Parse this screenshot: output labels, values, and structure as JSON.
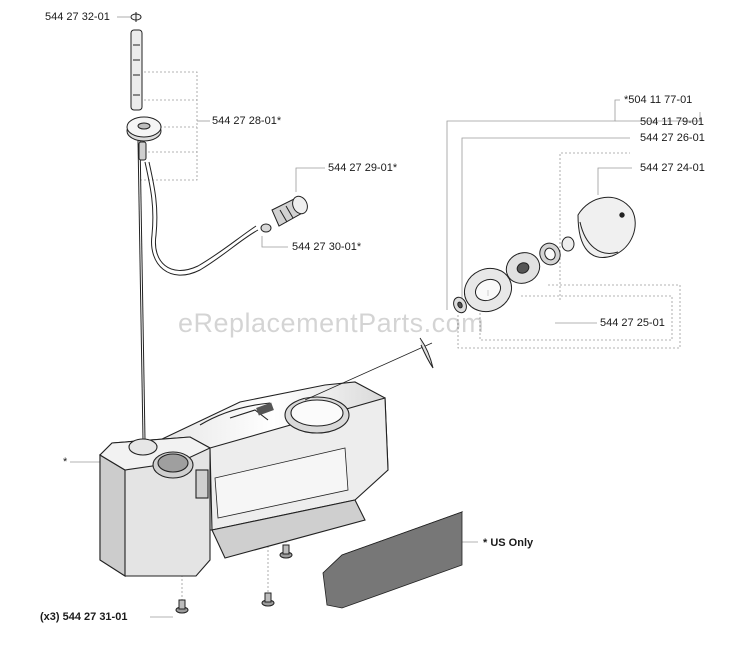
{
  "watermark": "eReplacementParts.com",
  "labels": {
    "p_32_01": "544 27 32-01",
    "p_28_01": "544 27 28-01*",
    "p_29_01": "544 27 29-01*",
    "p_30_01": "544 27 30-01*",
    "p_77_01": "*504 11 77-01",
    "p_79_01": "504 11 79-01",
    "p_26_01": "544 27 26-01",
    "p_24_01": "544 27 24-01",
    "p_25_01": "544 27 25-01",
    "asterisk": "*",
    "us_only": "* US Only",
    "p_31_01": "(x3) 544 27 31-01"
  }
}
